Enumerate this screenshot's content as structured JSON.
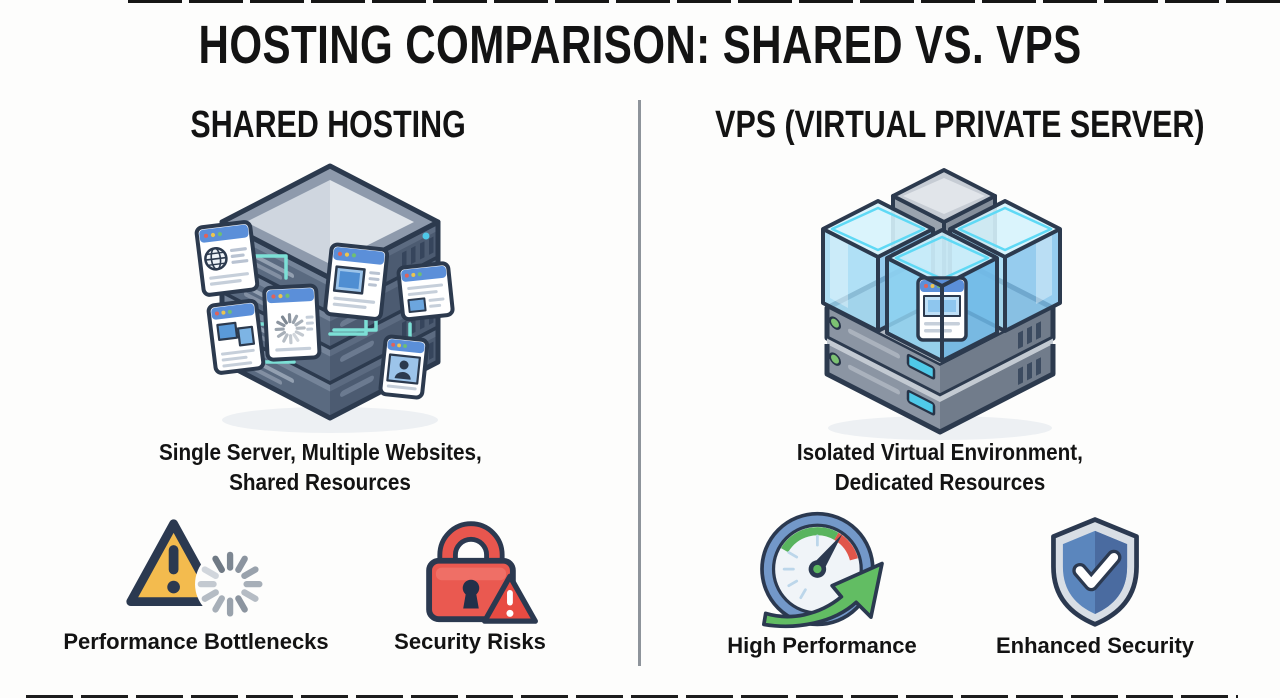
{
  "title": "HOSTING COMPARISON: SHARED VS. VPS",
  "columns": {
    "shared": {
      "heading": "SHARED HOSTING",
      "illustration": "shared-server-stack",
      "caption_line1": "Single Server, Multiple Websites,",
      "caption_line2": "Shared Resources",
      "features": [
        {
          "icon": "warning-spinner-icon",
          "label": "Performance Bottlenecks",
          "accent": "#f3bb4e"
        },
        {
          "icon": "lock-warning-icon",
          "label": "Security Risks",
          "accent": "#e8564e"
        }
      ]
    },
    "vps": {
      "heading": "VPS (VIRTUAL PRIVATE SERVER)",
      "illustration": "virtualized-server-cubes",
      "caption_line1": "Isolated Virtual Environment,",
      "caption_line2": "Dedicated Resources",
      "features": [
        {
          "icon": "speedometer-arrow-icon",
          "label": "High Performance",
          "accent": "#5cb85f"
        },
        {
          "icon": "shield-check-icon",
          "label": "Enhanced Security",
          "accent": "#5b86bd"
        }
      ]
    }
  },
  "palette": {
    "outline_navy": "#2c3a4e",
    "server_face": "#5a6a80",
    "glass_cyan": "#8fd4f2",
    "connector_teal": "#7ce0d6",
    "warning_amber": "#f3bb4e",
    "risk_red": "#e8564e",
    "performance_green": "#5cb85f",
    "security_blue": "#5b86bd",
    "divider_gray": "#8e949b",
    "text_black": "#131313"
  }
}
